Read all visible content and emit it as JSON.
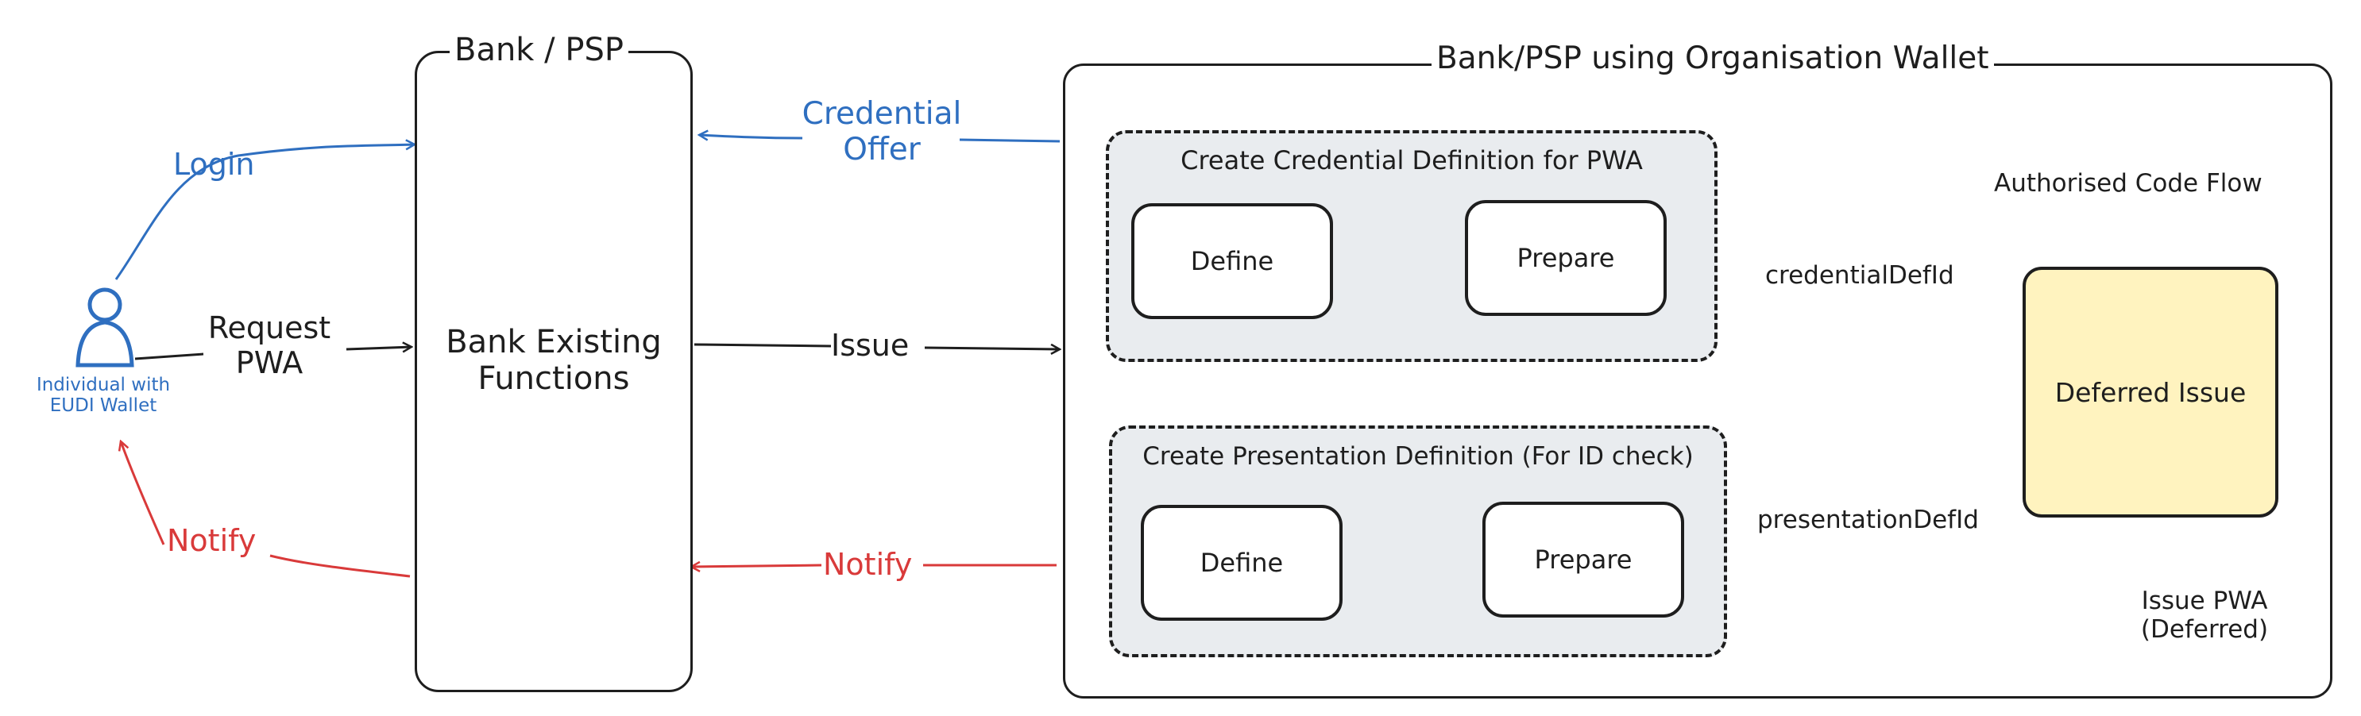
{
  "actor": {
    "label_line1": "Individual with",
    "label_line2": "EUDI Wallet"
  },
  "bank": {
    "title": "Bank / PSP",
    "functions_line1": "Bank Existing",
    "functions_line2": "Functions"
  },
  "org_wallet": {
    "title": "Bank/PSP using Organisation Wallet",
    "credential_group": {
      "title": "Create Credential Definition for PWA",
      "define": "Define",
      "prepare": "Prepare"
    },
    "presentation_group": {
      "title": "Create Presentation Definition (For ID check)",
      "define": "Define",
      "prepare": "Prepare"
    },
    "deferred_issue": "Deferred Issue"
  },
  "edges": {
    "login": "Login",
    "request_line1": "Request",
    "request_line2": "PWA",
    "notify_left": "Notify",
    "credential_offer_line1": "Credential",
    "credential_offer_line2": "Offer",
    "issue": "Issue",
    "notify_right": "Notify",
    "credential_def_id": "credentialDefId",
    "presentation_def_id": "presentationDefId",
    "authorised_code_flow": "Authorised Code Flow",
    "issue_pwa_line1": "Issue PWA",
    "issue_pwa_line2": "(Deferred)"
  },
  "colors": {
    "blue": "#2f6fc0",
    "red": "#d93a3a",
    "black": "#1e1e1e",
    "yellow": "#fff3bf",
    "grey": "#e9ecef"
  },
  "icons": {
    "actor": "person-icon"
  }
}
